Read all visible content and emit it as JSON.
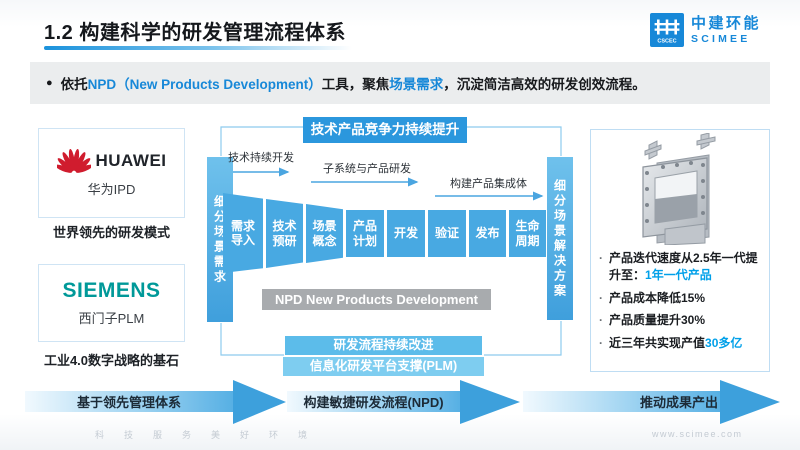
{
  "page": {
    "title": "1.2 构建科学的研发管理流程体系"
  },
  "logo": {
    "name_cn": "中建环能",
    "name_en": "SCIMEE",
    "mark_text": "CSCEC"
  },
  "intro": {
    "bullet_glyph": "●",
    "seg1": "依托",
    "seg2": "NPD（New Products Development）",
    "seg3": "工具，聚焦",
    "seg4": "场景需求",
    "seg5": "，沉淀简洁高效的研发创效流程。"
  },
  "left": {
    "huawei": {
      "brand": "HUAWEI",
      "label": "华为IPD",
      "caption": "世界领先的研发模式"
    },
    "siemens": {
      "brand": "SIEMENS",
      "label": "西门子PLM",
      "caption": "工业4.0数字战略的基石"
    }
  },
  "diagram": {
    "banner": "技术产品竞争力持续提升",
    "left_bar": "细分场景需求",
    "right_bar": "细分场景解决方案",
    "flow_arrows": [
      "技术持续开发",
      "子系统与产品研发",
      "构建产品集成体"
    ],
    "stages": [
      "需求导入",
      "技术预研",
      "场景概念",
      "产品计划",
      "开发",
      "验证",
      "发布",
      "生命周期"
    ],
    "npd_bar": "NPD New Products Development",
    "improve_bar": "研发流程持续改进",
    "platform_bar": "信息化研发平台支撑(PLM)"
  },
  "results": {
    "bullets": [
      {
        "pre": "产品迭代速度从2.5年一代提升至：",
        "highlight": "1年一代产品"
      },
      {
        "pre": "产品成本降低15%",
        "highlight": ""
      },
      {
        "pre": "产品质量提升30%",
        "highlight": ""
      },
      {
        "pre": "近三年共实现产值",
        "highlight": "30多亿"
      }
    ]
  },
  "bottom_arrows": [
    "基于领先管理体系",
    "构建敏捷研发流程(NPD)",
    "推动成果产出"
  ],
  "footer": {
    "slogan": "科技服务美好环境",
    "site": "www.scimee.com"
  },
  "colors": {
    "accent_blue": "#1788d8",
    "banner_blue": "#2b97dd",
    "stage_blue": "#48a9e2",
    "gray_bar": "#a8abae",
    "light_bar": "#5cbcea",
    "lighter_bar": "#7ecdf0",
    "highlight_cyan": "#00a0e9",
    "huawei_red": "#d01c2e",
    "siemens_teal": "#009999"
  }
}
